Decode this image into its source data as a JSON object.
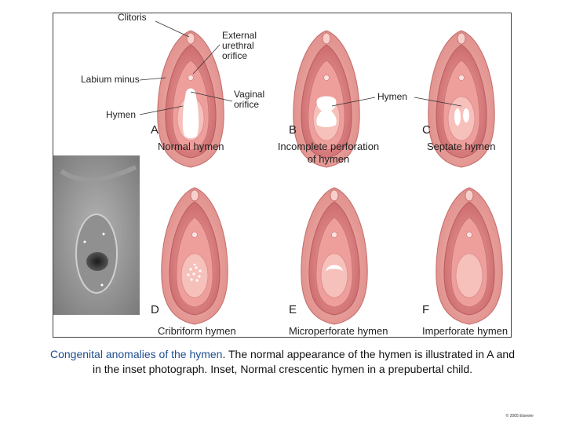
{
  "labels": {
    "clitoris": "Clitoris",
    "external_urethral_orifice": [
      "External",
      "urethral",
      "orifice"
    ],
    "labium_minus": "Labium minus",
    "vaginal_orifice": [
      "Vaginal",
      "orifice"
    ],
    "hymen_left": "Hymen",
    "hymen_right": "Hymen"
  },
  "panels": [
    {
      "letter": "A",
      "caption": "Normal hymen"
    },
    {
      "letter": "B",
      "caption": "Incomplete perforation",
      "caption2": "of hymen"
    },
    {
      "letter": "C",
      "caption": "Septate hymen"
    },
    {
      "letter": "D",
      "caption": "Cribriform hymen"
    },
    {
      "letter": "E",
      "caption": "Microperforate hymen"
    },
    {
      "letter": "F",
      "caption": "Imperforate hymen"
    }
  ],
  "caption": {
    "lead": "Congenital anomalies of the hymen",
    "rest": ". The normal appearance of the hymen is illustrated in A and in the inset photograph. Inset, Normal crescentic hymen in a prepubertal child."
  },
  "copyright": "© 2005 Elsevier",
  "colors": {
    "outer_labia": "#e9a4a1",
    "inner_labia": "#d9787a",
    "vestibule": "#ef9a96",
    "hymen": "#f6c0bb",
    "caption_lead": "#1d4d8f"
  }
}
